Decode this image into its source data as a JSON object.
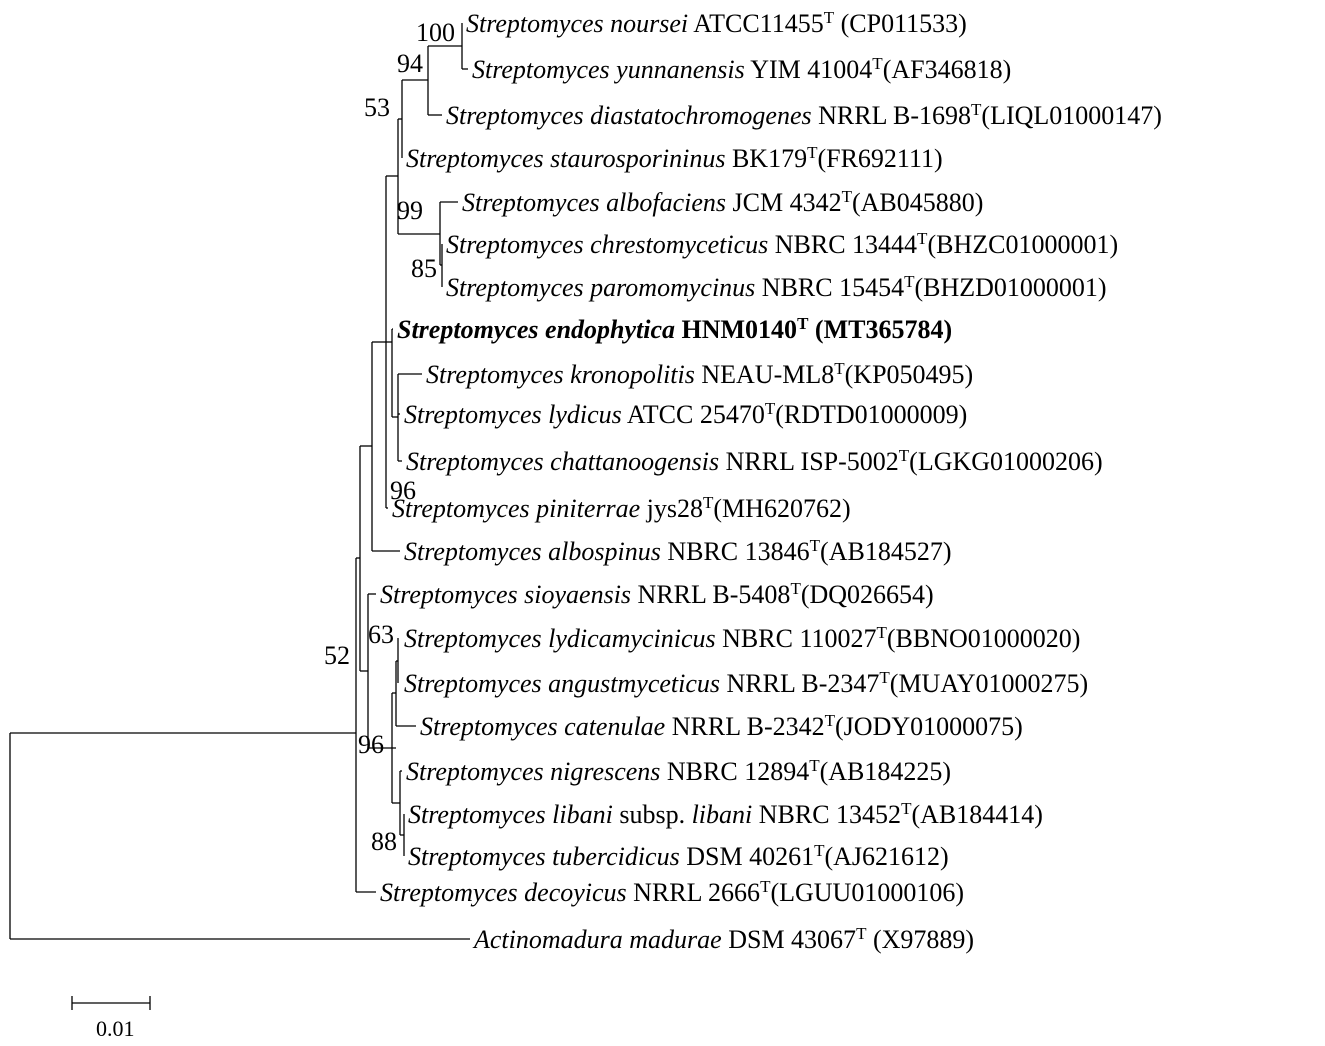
{
  "taxa": [
    {
      "id": "noursei",
      "parts": [
        {
          "t": "Streptomyces noursei",
          "i": true
        },
        {
          "t": " ATCC11455"
        },
        {
          "t": "T",
          "sup": true
        },
        {
          "t": " (CP011533)"
        }
      ]
    },
    {
      "id": "yunnanensis",
      "parts": [
        {
          "t": "Streptomyces yunnanensis",
          "i": true
        },
        {
          "t": " YIM 41004"
        },
        {
          "t": "T",
          "sup": true
        },
        {
          "t": "(AF346818)"
        }
      ]
    },
    {
      "id": "diastatochromogenes",
      "parts": [
        {
          "t": "Streptomyces diastatochromogenes",
          "i": true
        },
        {
          "t": " NRRL B-1698"
        },
        {
          "t": "T",
          "sup": true
        },
        {
          "t": "(LIQL01000147)"
        }
      ]
    },
    {
      "id": "staurosporininus",
      "parts": [
        {
          "t": "Streptomyces staurosporininus",
          "i": true
        },
        {
          "t": " BK179"
        },
        {
          "t": "T",
          "sup": true
        },
        {
          "t": "(FR692111)"
        }
      ]
    },
    {
      "id": "albofaciens",
      "parts": [
        {
          "t": "Streptomyces albofaciens",
          "i": true
        },
        {
          "t": " JCM 4342"
        },
        {
          "t": "T",
          "sup": true
        },
        {
          "t": "(AB045880)"
        }
      ]
    },
    {
      "id": "chrestomyceticus",
      "parts": [
        {
          "t": "Streptomyces chrestomyceticus",
          "i": true
        },
        {
          "t": " NBRC 13444"
        },
        {
          "t": "T",
          "sup": true
        },
        {
          "t": "(BHZC01000001)"
        }
      ]
    },
    {
      "id": "paromomycinus",
      "parts": [
        {
          "t": "Streptomyces paromomycinus",
          "i": true
        },
        {
          "t": " NBRC 15454"
        },
        {
          "t": "T",
          "sup": true
        },
        {
          "t": "(BHZD01000001)"
        }
      ]
    },
    {
      "id": "endophytica",
      "bold": true,
      "parts": [
        {
          "t": "Streptomyces endophytica",
          "i": true
        },
        {
          "t": " HNM0140"
        },
        {
          "t": "T",
          "sup": true
        },
        {
          "t": " (MT365784)"
        }
      ]
    },
    {
      "id": "kronopolitis",
      "parts": [
        {
          "t": "Streptomyces kronopolitis",
          "i": true
        },
        {
          "t": " NEAU-ML8"
        },
        {
          "t": "T",
          "sup": true
        },
        {
          "t": "(KP050495)"
        }
      ]
    },
    {
      "id": "lydicus",
      "parts": [
        {
          "t": "Streptomyces lydicus",
          "i": true
        },
        {
          "t": " ATCC 25470"
        },
        {
          "t": "T",
          "sup": true
        },
        {
          "t": "(RDTD01000009)"
        }
      ]
    },
    {
      "id": "chattanoogensis",
      "parts": [
        {
          "t": "Streptomyces chattanoogensis",
          "i": true
        },
        {
          "t": " NRRL ISP-5002"
        },
        {
          "t": "T",
          "sup": true
        },
        {
          "t": "(LGKG01000206)"
        }
      ]
    },
    {
      "id": "piniterrae",
      "parts": [
        {
          "t": "Streptomyces piniterrae",
          "i": true
        },
        {
          "t": " jys28"
        },
        {
          "t": "T",
          "sup": true
        },
        {
          "t": "(MH620762)"
        }
      ]
    },
    {
      "id": "albospinus",
      "parts": [
        {
          "t": "Streptomyces albospinus",
          "i": true
        },
        {
          "t": " NBRC 13846"
        },
        {
          "t": "T",
          "sup": true
        },
        {
          "t": "(AB184527)"
        }
      ]
    },
    {
      "id": "sioyaensis",
      "parts": [
        {
          "t": "Streptomyces sioyaensis",
          "i": true
        },
        {
          "t": " NRRL B-5408"
        },
        {
          "t": "T",
          "sup": true
        },
        {
          "t": "(DQ026654)"
        }
      ]
    },
    {
      "id": "lydicamycinicus",
      "parts": [
        {
          "t": "Streptomyces lydicamycinicus",
          "i": true
        },
        {
          "t": " NBRC 110027"
        },
        {
          "t": "T",
          "sup": true
        },
        {
          "t": "(BBNO01000020)"
        }
      ]
    },
    {
      "id": "angustmyceticus",
      "parts": [
        {
          "t": "Streptomyces angustmyceticus",
          "i": true
        },
        {
          "t": " NRRL B-2347"
        },
        {
          "t": "T",
          "sup": true
        },
        {
          "t": "(MUAY01000275)"
        }
      ]
    },
    {
      "id": "catenulae",
      "parts": [
        {
          "t": "Streptomyces catenulae",
          "i": true
        },
        {
          "t": " NRRL B-2342"
        },
        {
          "t": "T",
          "sup": true
        },
        {
          "t": "(JODY01000075)"
        }
      ]
    },
    {
      "id": "nigrescens",
      "parts": [
        {
          "t": "Streptomyces nigrescens",
          "i": true
        },
        {
          "t": " NBRC 12894"
        },
        {
          "t": "T",
          "sup": true
        },
        {
          "t": "(AB184225)"
        }
      ]
    },
    {
      "id": "libani",
      "parts": [
        {
          "t": "Streptomyces libani",
          "i": true
        },
        {
          "t": " subsp. "
        },
        {
          "t": "libani",
          "i": true
        },
        {
          "t": " NBRC 13452"
        },
        {
          "t": "T",
          "sup": true
        },
        {
          "t": "(AB184414)"
        }
      ]
    },
    {
      "id": "tubercidicus",
      "parts": [
        {
          "t": "Streptomyces tubercidicus",
          "i": true
        },
        {
          "t": " DSM 40261"
        },
        {
          "t": "T",
          "sup": true
        },
        {
          "t": "(AJ621612)"
        }
      ]
    },
    {
      "id": "decoyicus",
      "parts": [
        {
          "t": "Streptomyces decoyicus",
          "i": true
        },
        {
          "t": " NRRL 2666"
        },
        {
          "t": "T",
          "sup": true
        },
        {
          "t": "(LGUU01000106)"
        }
      ]
    },
    {
      "id": "madurae",
      "parts": [
        {
          "t": "Actinomadura madurae",
          "i": true
        },
        {
          "t": " DSM 43067"
        },
        {
          "t": "T",
          "sup": true
        },
        {
          "t": " (X97889)"
        }
      ]
    }
  ],
  "bootstrap": [
    {
      "id": "bs-100",
      "value": "100"
    },
    {
      "id": "bs-94",
      "value": "94"
    },
    {
      "id": "bs-53",
      "value": "53"
    },
    {
      "id": "bs-99",
      "value": "99"
    },
    {
      "id": "bs-85",
      "value": "85"
    },
    {
      "id": "bs-96a",
      "value": "96"
    },
    {
      "id": "bs-52",
      "value": "52"
    },
    {
      "id": "bs-63",
      "value": "63"
    },
    {
      "id": "bs-96b",
      "value": "96"
    },
    {
      "id": "bs-88",
      "value": "88"
    }
  ],
  "scale_bar": {
    "value": "0.01"
  }
}
